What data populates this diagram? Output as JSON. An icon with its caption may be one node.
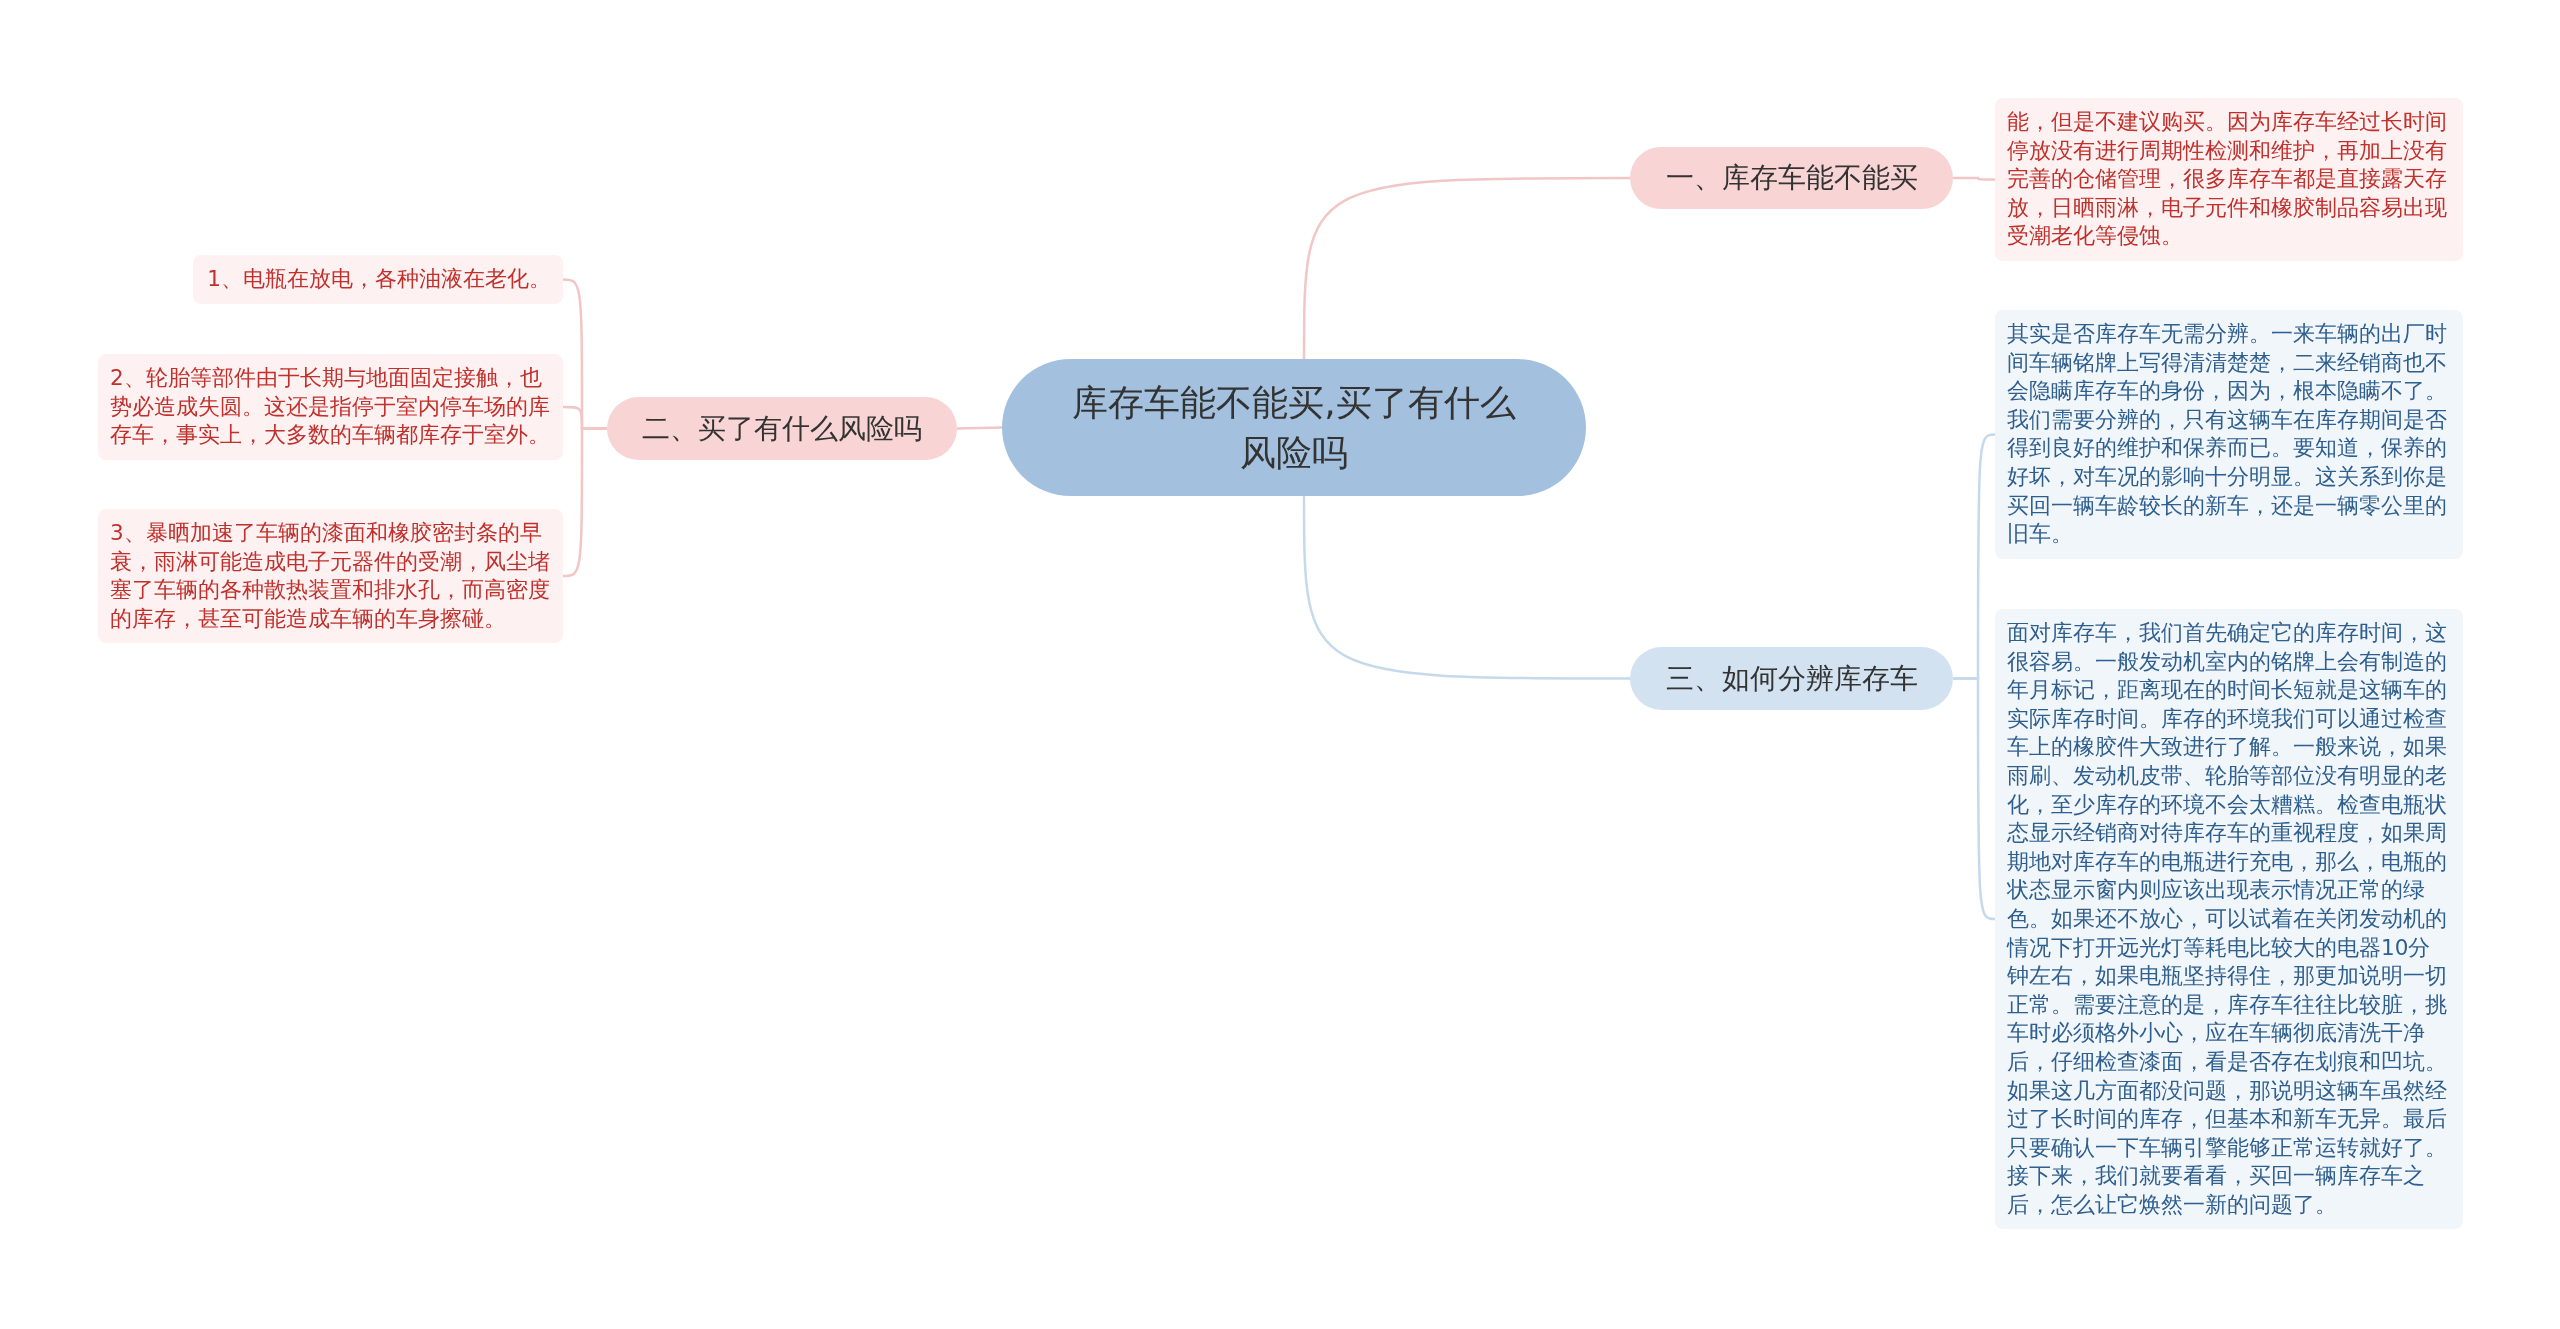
{
  "diagram": {
    "nodes": [
      {
        "text": [
          "库存车能不能买,买了有什么风险吗"
        ]
      },
      {
        "text": [
          "一、库存车能不能买"
        ]
      },
      {
        "text": [
          "能，但是不建议购买。因为库存车经过长时间停放没有进行周期性检测和维护，再加上没有完善的仓储管理，很多库存车都是直接露天存放，日晒雨淋，电子元件和橡胶制品容易出现受潮老化等侵蚀。"
        ]
      },
      {
        "text": [
          "二、买了有什么风险吗"
        ]
      },
      {
        "text": [
          "1、电瓶在放电，各种油液在老化。"
        ]
      },
      {
        "text": [
          "2、轮胎等部件由于长期与地面固定接触，也势必造成失圆。这还是指停于室内停车场的库存车，事实上，大多数的车辆都库存于室外。"
        ]
      },
      {
        "text": [
          "3、暴晒加速了车辆的漆面和橡胶密封条的早衰，雨淋可能造成电子元器件的受潮，风尘堵塞了车辆的各种散热装置和排水孔，而高密度的库存，甚至可能造成车辆的车身擦碰。"
        ]
      },
      {
        "text": [
          "三、如何分辨库存车"
        ]
      },
      {
        "text": [
          "其实是否库存车无需分辨。一来车辆的出厂时间车辆铭牌上写得清清楚楚，二来经销商也不会隐瞒库存车的身份，因为，根本隐瞒不了。我们需要分辨的，只有这辆车在库存期间是否得到良好的维护和保养而已。要知道，保养的好坏，对车况的影响十分明显。这关系到你是买回一辆车龄较长的新车，还是一辆零公里的旧车。"
        ]
      },
      {
        "text": [
          "面对库存车，我们首先确定它的库存时间，这很容易。一般发动机室内的铭牌上会有制造的年月标记，距离现在的时间长短就是这辆车的实际库存时间。库存的环境我们可以通过检查车上的橡胶件大致进行了解。一般来说，如果雨刷、发动机皮带、轮胎等部位没有明显的老化，至少库存的环境不会太糟糕。检查电瓶状态显示经销商对待库存车的重视程度，如果周期地对库存车的电瓶进行充电，那么，电瓶的状态显示窗内则应该出现表示情况正常的绿色。如果还不放心，可以试着在关闭发动机的情况下打开远光灯等耗电比较大的电器10分钟左右，如果电瓶坚持得住，那更加说明一切正常。需要注意的是，库存车往往比较脏，挑车时必须格外小心，应在车辆彻底清洗干净后，仔细检查漆面，看是否存在划痕和凹坑。如果这几方面都没问题，那说明这辆车虽然经过了长时间的库存，但基本和新车无异。最后只要确认一下车辆引擎能够正常运转就好了。接下来，我们就要看看，买回一辆库存车之后，怎么让它焕然一新的问题了。"
        ]
      }
    ],
    "edges": [
      {
        "from": 0,
        "to": 1,
        "arrow": "none"
      },
      {
        "from": 1,
        "to": 2,
        "arrow": "none"
      },
      {
        "from": 0,
        "to": 3,
        "arrow": "none"
      },
      {
        "from": 3,
        "to": 4,
        "arrow": "none"
      },
      {
        "from": 3,
        "to": 5,
        "arrow": "none"
      },
      {
        "from": 3,
        "to": 6,
        "arrow": "none"
      },
      {
        "from": 0,
        "to": 7,
        "arrow": "none",
        "color": "#c6d9eb"
      },
      {
        "from": 7,
        "to": 8,
        "arrow": "none",
        "color": "#c6d9eb"
      },
      {
        "from": 7,
        "to": 9,
        "arrow": "none",
        "color": "#c6d9eb"
      }
    ]
  }
}
